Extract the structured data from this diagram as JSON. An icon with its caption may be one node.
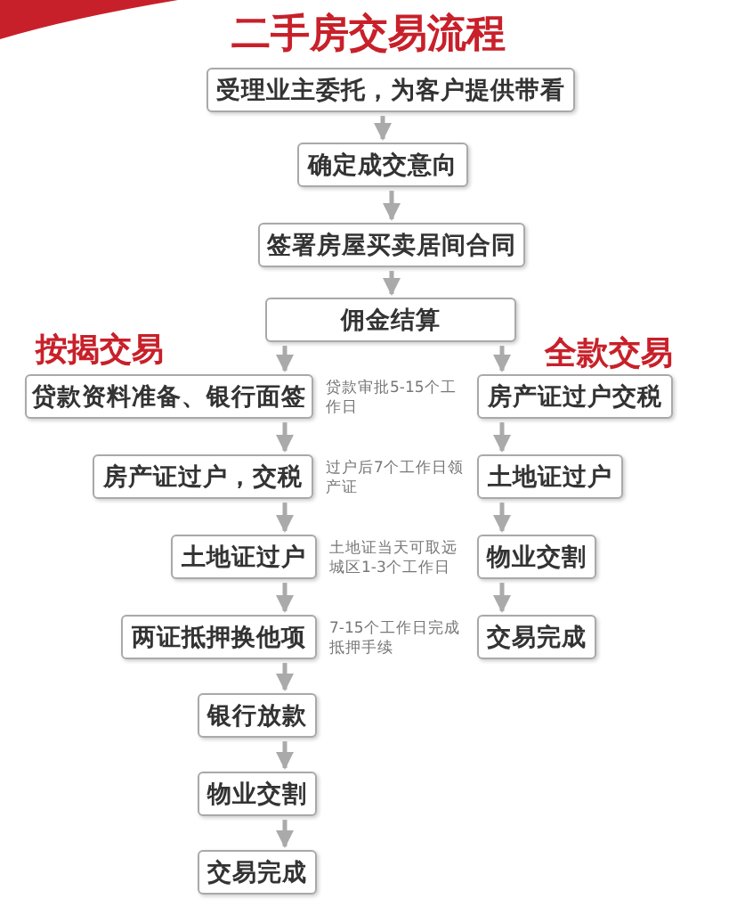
{
  "diagram": {
    "title": "二手房交易流程",
    "nodes": [
      {
        "text": [
          "受理业主委托，为客户提供带看"
        ]
      },
      {
        "text": [
          "确定成交意向"
        ]
      },
      {
        "text": [
          "签署房屋买卖居间合同"
        ]
      },
      {
        "text": [
          "佣金结算"
        ]
      },
      {
        "text": [
          "贷款资料准备、银行面签"
        ],
        "beside": [
          "贷款审批5-15个工作日"
        ]
      },
      {
        "text": [
          "房产证过户，交税"
        ],
        "beside": [
          "过户后7个工作日领产证"
        ]
      },
      {
        "text": [
          "土地证过户"
        ],
        "beside": [
          "土地证当天可取远城区1-3个工作日"
        ]
      },
      {
        "text": [
          "两证抵押换他项"
        ],
        "beside": [
          "7-15个工作日完成抵押手续"
        ]
      },
      {
        "text": [
          "银行放款"
        ]
      },
      {
        "text": [
          "物业交割"
        ]
      },
      {
        "text": [
          "交易完成"
        ]
      },
      {
        "text": [
          "房产证过户交税"
        ]
      },
      {
        "text": [
          "土地证过户"
        ]
      },
      {
        "text": [
          "物业交割"
        ]
      },
      {
        "text": [
          "交易完成"
        ]
      }
    ],
    "edges": [
      {
        "from": 0,
        "to": 1,
        "arrow": "to"
      },
      {
        "from": 1,
        "to": 2,
        "arrow": "to"
      },
      {
        "from": 2,
        "to": 3,
        "arrow": "to"
      },
      {
        "from": 3,
        "to": 4,
        "arrow": "to"
      },
      {
        "from": 3,
        "to": 11,
        "arrow": "to"
      },
      {
        "from": 4,
        "to": 5,
        "arrow": "to"
      },
      {
        "from": 5,
        "to": 6,
        "arrow": "to"
      },
      {
        "from": 6,
        "to": 7,
        "arrow": "to"
      },
      {
        "from": 7,
        "to": 8,
        "arrow": "to"
      },
      {
        "from": 8,
        "to": 9,
        "arrow": "to"
      },
      {
        "from": 9,
        "to": 10,
        "arrow": "to"
      },
      {
        "from": 11,
        "to": 12,
        "arrow": "to"
      },
      {
        "from": 12,
        "to": 13,
        "arrow": "to"
      },
      {
        "from": 13,
        "to": 14,
        "arrow": "to"
      }
    ],
    "labels": [
      "按揭交易",
      "全款交易"
    ]
  }
}
